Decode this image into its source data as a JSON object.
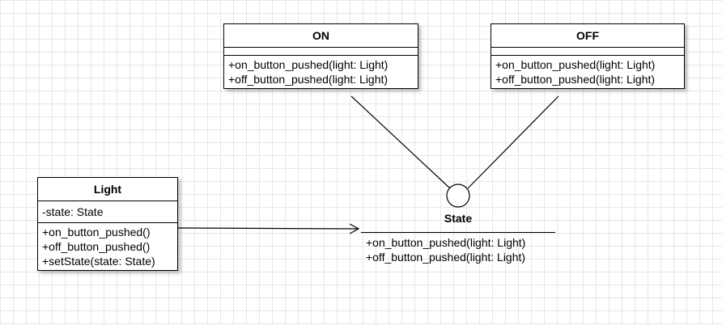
{
  "classes": {
    "on": {
      "name": "ON",
      "operations": [
        "+on_button_pushed(light: Light)",
        "+off_button_pushed(light: Light)"
      ]
    },
    "off": {
      "name": "OFF",
      "operations": [
        "+on_button_pushed(light: Light)",
        "+off_button_pushed(light: Light)"
      ]
    },
    "light": {
      "name": "Light",
      "attributes": [
        "-state: State"
      ],
      "operations": [
        "+on_button_pushed()",
        "+off_button_pushed()",
        "+setState(state: State)"
      ]
    }
  },
  "interface": {
    "name": "State",
    "operations": [
      "+on_button_pushed(light: Light)",
      "+off_button_pushed(light: Light)"
    ]
  }
}
